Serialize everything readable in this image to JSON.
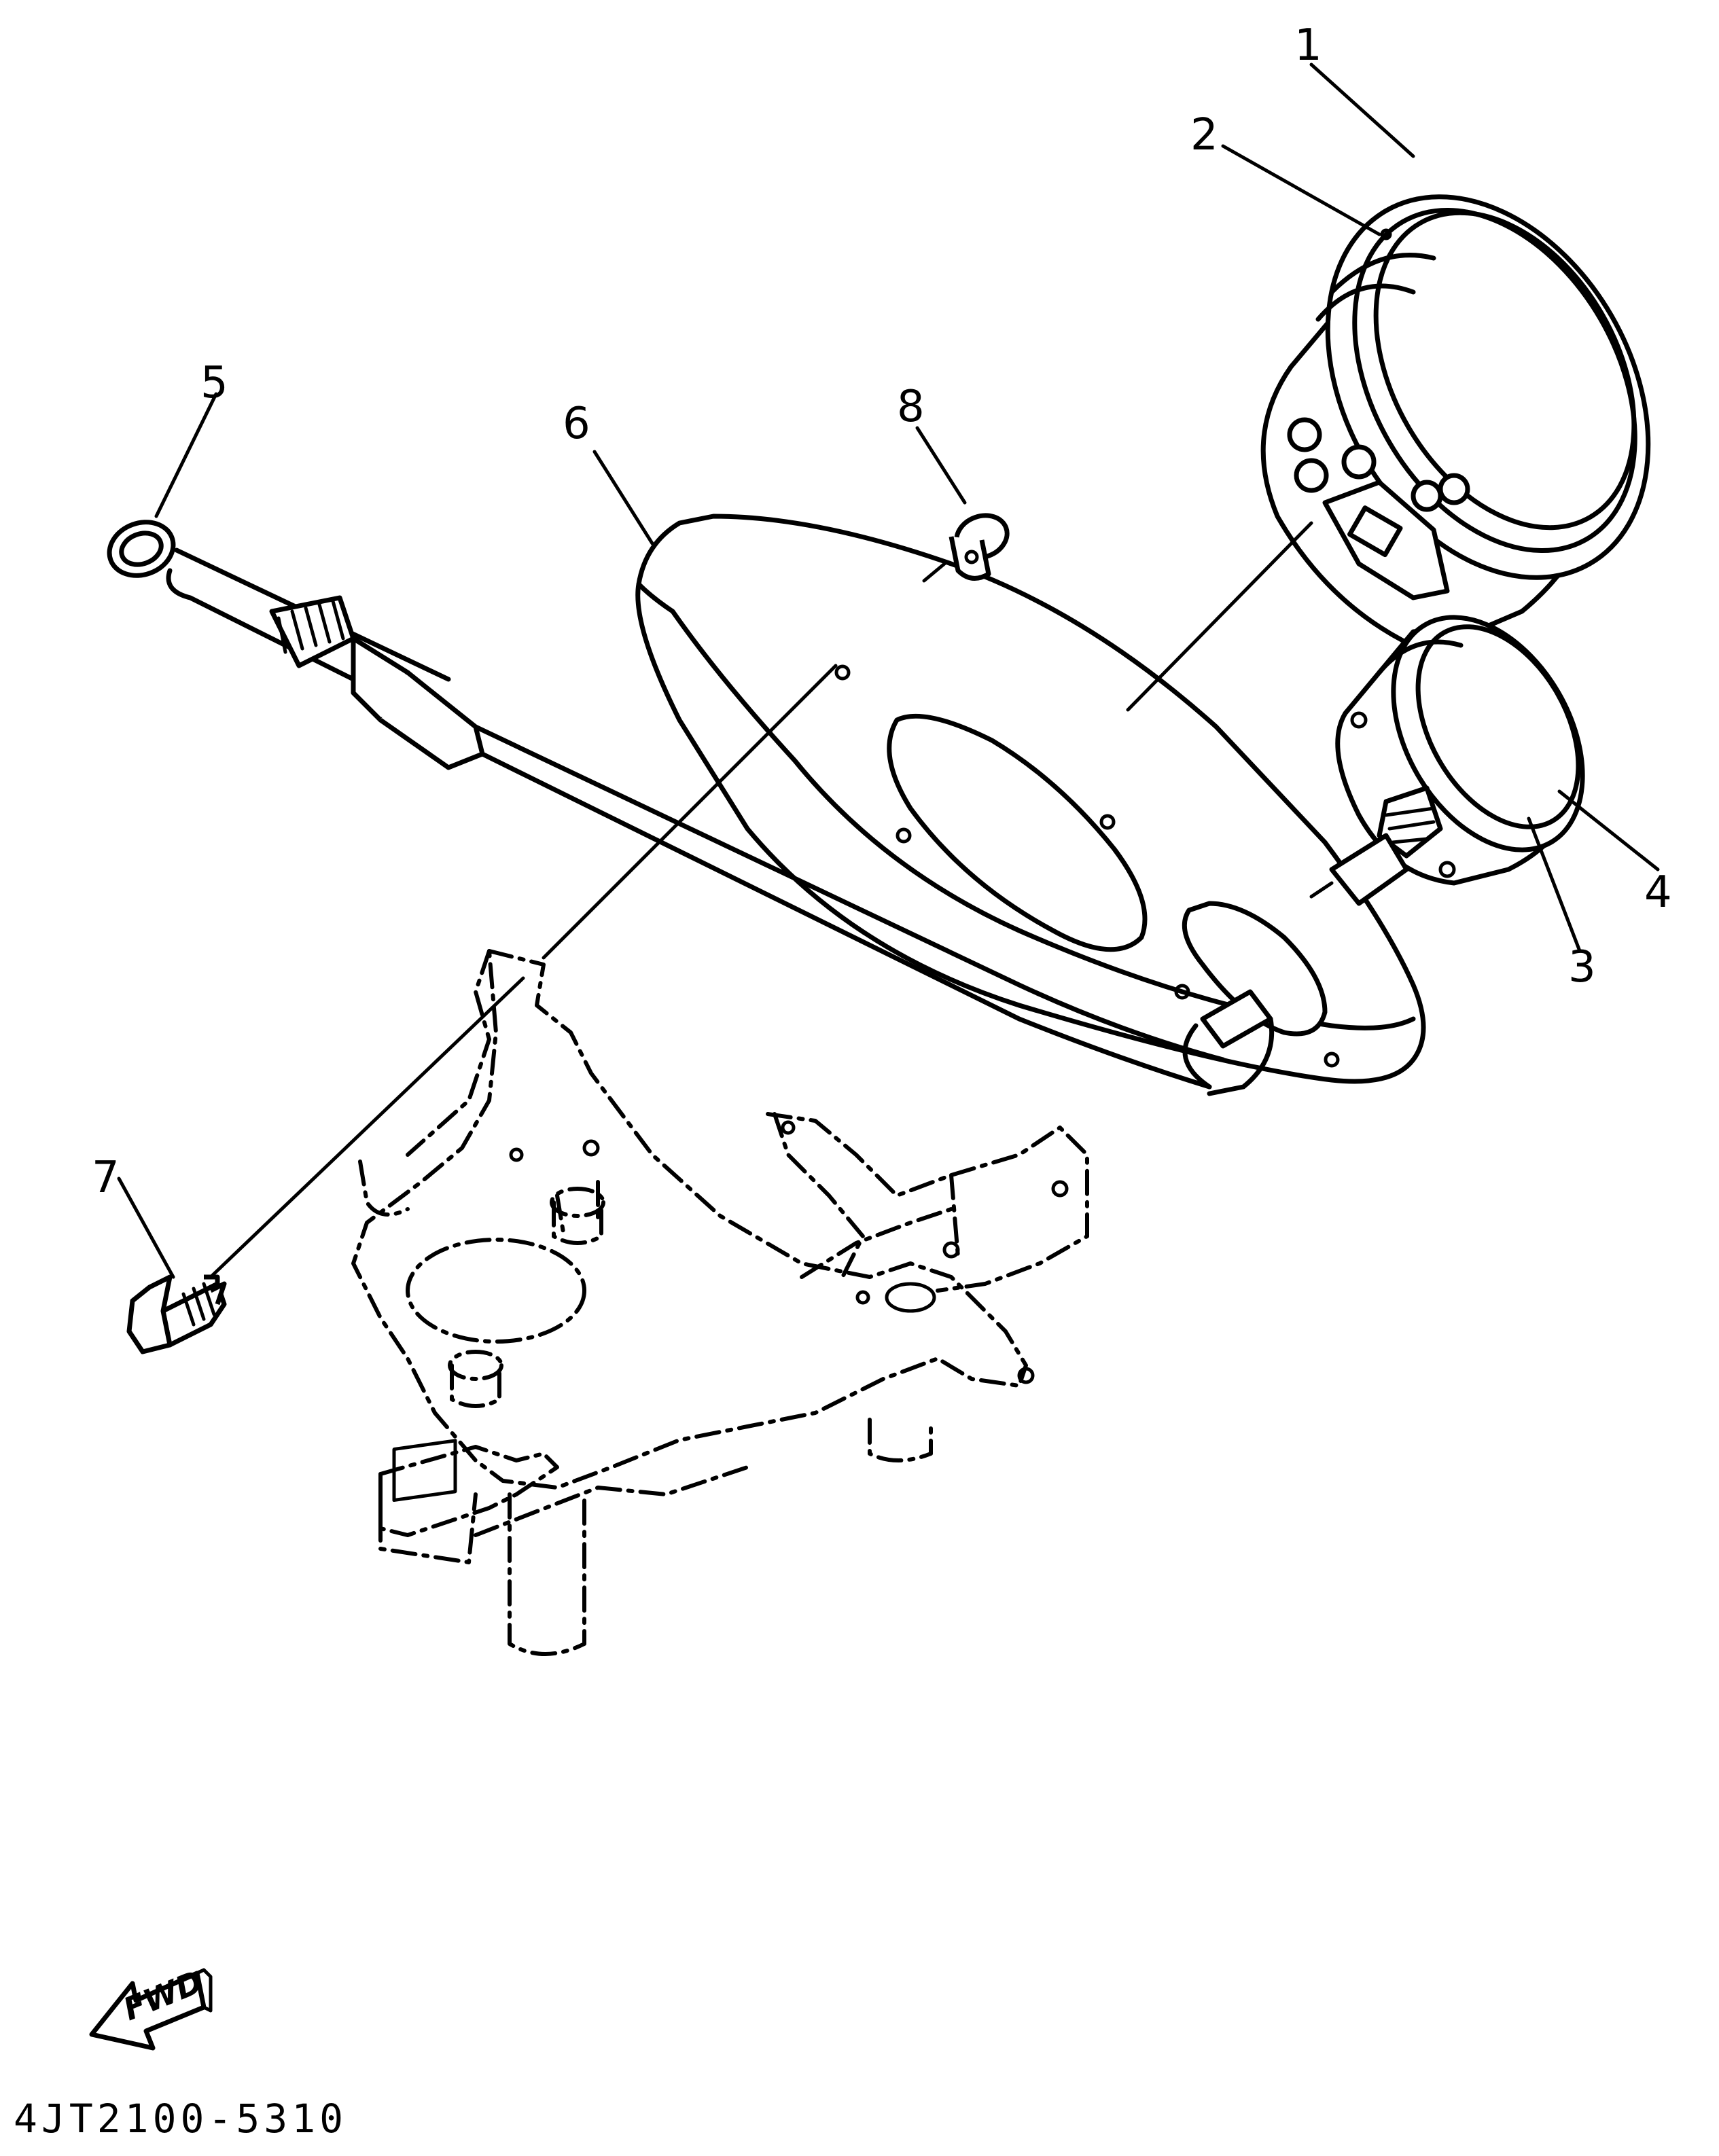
{
  "callouts": [
    {
      "label": "1"
    },
    {
      "label": "2"
    },
    {
      "label": "3"
    },
    {
      "label": "4"
    },
    {
      "label": "5"
    },
    {
      "label": "6"
    },
    {
      "label": "7"
    },
    {
      "label": "8"
    }
  ],
  "direction_arrow": {
    "label": "FWD"
  },
  "part_code": "4JT2100-5310",
  "colors": {
    "ink": "#000000",
    "paper": "#ffffff"
  }
}
